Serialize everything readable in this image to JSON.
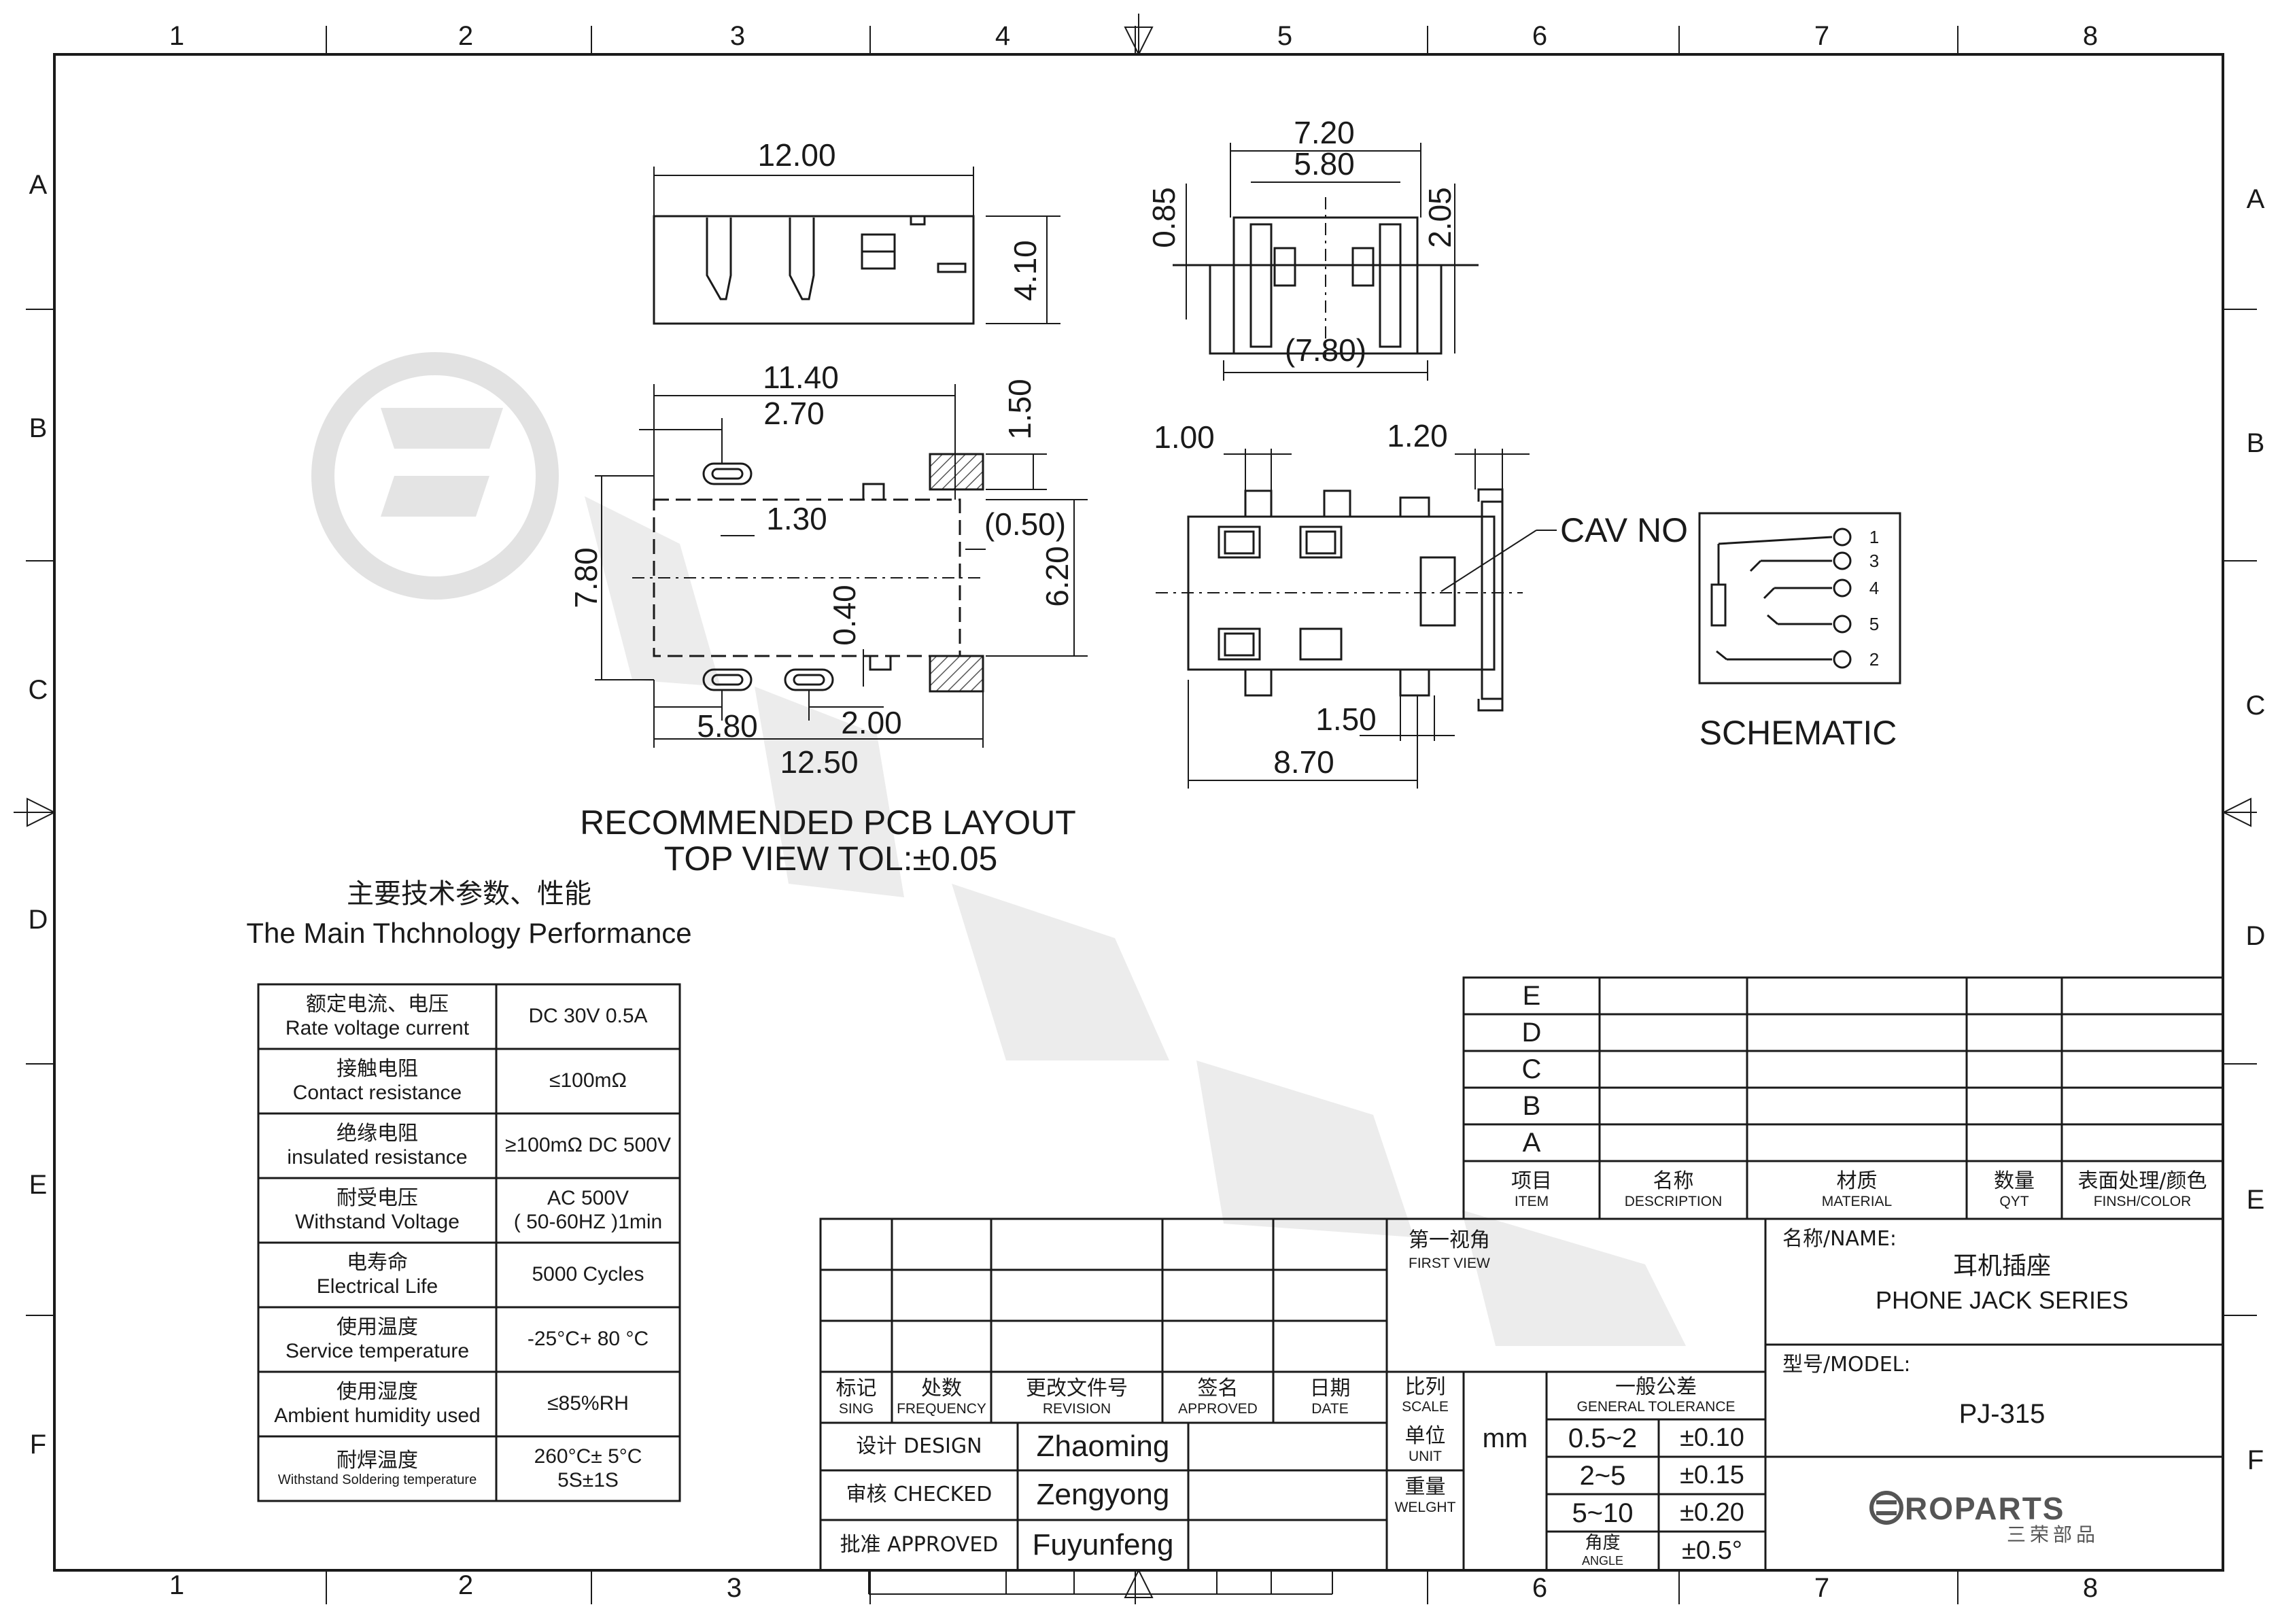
{
  "grid": {
    "columns": [
      "1",
      "2",
      "3",
      "4",
      "5",
      "6",
      "7",
      "8"
    ],
    "rows": [
      "A",
      "B",
      "C",
      "D",
      "E",
      "F"
    ]
  },
  "views": {
    "side": {
      "dim_width": "12.00",
      "dim_height": "4.10"
    },
    "front": {
      "dim_top": "7.20",
      "dim_inner": "5.80",
      "dim_left": "0.85",
      "dim_right": "2.05",
      "dim_bottom": "(7.80)"
    },
    "pcb": {
      "dim_11_40": "11.40",
      "dim_2_70": "2.70",
      "dim_1_50": "1.50",
      "dim_1_30": "1.30",
      "dim_0_50": "(0.50)",
      "dim_7_80": "7.80",
      "dim_6_20": "6.20",
      "dim_0_40": "0.40",
      "dim_5_80": "5.80",
      "dim_2_00": "2.00",
      "dim_12_50": "12.50",
      "caption_line1": "RECOMMENDED PCB LAYOUT",
      "caption_line2": "TOP VIEW TOL:±0.05"
    },
    "top": {
      "dim_1_00": "1.00",
      "dim_1_20": "1.20",
      "dim_1_50": "1.50",
      "dim_8_70": "8.70",
      "cav_label": "CAV NO"
    },
    "schematic": {
      "title": "SCHEMATIC",
      "pins": [
        "1",
        "3",
        "4",
        "5",
        "2"
      ]
    }
  },
  "performance": {
    "title_cn": "主要技术参数、性能",
    "title_en": "The Main Thchnology Performance",
    "rows": [
      {
        "label_cn": "额定电流、电压",
        "label_en": "Rate voltage current",
        "value": "DC 30V   0.5A"
      },
      {
        "label_cn": "接触电阻",
        "label_en": "Contact resistance",
        "value": "≤100mΩ"
      },
      {
        "label_cn": "绝缘电阻",
        "label_en": "insulated resistance",
        "value": "≥100mΩ DC 500V"
      },
      {
        "label_cn": "耐受电压",
        "label_en": "Withstand Voltage",
        "value": "AC 500V",
        "value2": "( 50-60HZ )1min"
      },
      {
        "label_cn": "电寿命",
        "label_en": "Electrical Life",
        "value": "5000 Cycles"
      },
      {
        "label_cn": "使用温度",
        "label_en": "Service temperature",
        "value": "-25°C+ 80 °C"
      },
      {
        "label_cn": "使用湿度",
        "label_en": "Ambient humidity used",
        "value": "≤85%RH"
      },
      {
        "label_cn": "耐焊温度",
        "label_en": "Withstand Soldering temperature",
        "value": "260°C± 5°C",
        "value2": "5S±1S"
      }
    ]
  },
  "materials": {
    "rows": [
      "E",
      "D",
      "C",
      "B",
      "A"
    ],
    "headers": [
      {
        "cn": "项目",
        "en": "ITEM"
      },
      {
        "cn": "名称",
        "en": "DESCRIPTION"
      },
      {
        "cn": "材质",
        "en": "MATERIAL"
      },
      {
        "cn": "数量",
        "en": "QYT"
      },
      {
        "cn": "表面处理/颜色",
        "en": "FINSH/COLOR"
      }
    ]
  },
  "title_block": {
    "revision_headers": [
      {
        "cn": "标记",
        "en": "SING"
      },
      {
        "cn": "处数",
        "en": "FREQUENCY"
      },
      {
        "cn": "更改文件号",
        "en": "REVISION"
      },
      {
        "cn": "签名",
        "en": "APPROVED"
      },
      {
        "cn": "日期",
        "en": "DATE"
      }
    ],
    "first_view_cn": "第一视角",
    "first_view_en": "FIRST VIEW",
    "scale_cn": "比列",
    "scale_en": "SCALE",
    "unit_cn": "单位",
    "unit_en": "UNIT",
    "unit_value": "mm",
    "weight_cn": "重量",
    "weight_en": "WELGHT",
    "tolerance_cn": "一般公差",
    "tolerance_en": "GENERAL TOLERANCE",
    "tolerances": [
      {
        "range": "0.5~2",
        "value": "±0.10"
      },
      {
        "range": "2~5",
        "value": "±0.15"
      },
      {
        "range": "5~10",
        "value": "±0.20"
      }
    ],
    "angle_cn": "角度",
    "angle_en": "ANGLE",
    "angle_value": "±0.5°",
    "signers": [
      {
        "role": "设计 DESIGN",
        "name": "Zhaoming"
      },
      {
        "role": "审核 CHECKED",
        "name": "Zengyong"
      },
      {
        "role": "批准 APPROVED",
        "name": "Fuyunfeng"
      }
    ],
    "name_label": "名称/NAME:",
    "name_cn": "耳机插座",
    "name_en": "PHONE JACK SERIES",
    "model_label": "型号/MODEL:",
    "model_value": "PJ-315",
    "logo_text": "ROPARTS",
    "logo_sub": "三荣部品"
  },
  "colors": {
    "ink": "#1a1a1a",
    "watermark": "#e4e4e4",
    "hatch": "#555555"
  }
}
